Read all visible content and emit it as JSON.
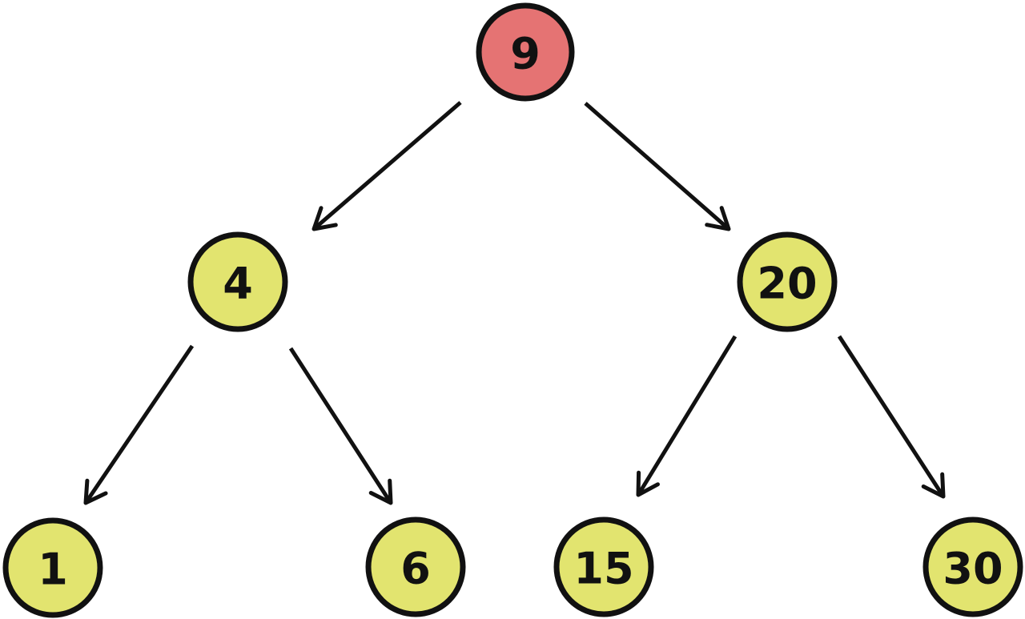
{
  "diagram": {
    "type": "binary-tree",
    "background": "#FFFFFF",
    "stroke_color": "#111111",
    "nodes": [
      {
        "id": "root",
        "label": "9",
        "fill": "#E57373",
        "role": "root"
      },
      {
        "id": "left",
        "label": "4",
        "fill": "#E2E46F",
        "role": "internal"
      },
      {
        "id": "right",
        "label": "20",
        "fill": "#E2E46F",
        "role": "internal"
      },
      {
        "id": "left-left",
        "label": "1",
        "fill": "#E2E46F",
        "role": "leaf"
      },
      {
        "id": "left-right",
        "label": "6",
        "fill": "#E2E46F",
        "role": "leaf"
      },
      {
        "id": "right-left",
        "label": "15",
        "fill": "#E2E46F",
        "role": "leaf"
      },
      {
        "id": "right-right",
        "label": "30",
        "fill": "#E2E46F",
        "role": "leaf"
      }
    ],
    "edges": [
      {
        "from": "9",
        "to": "4"
      },
      {
        "from": "9",
        "to": "20"
      },
      {
        "from": "4",
        "to": "1"
      },
      {
        "from": "4",
        "to": "6"
      },
      {
        "from": "20",
        "to": "15"
      },
      {
        "from": "20",
        "to": "30"
      }
    ],
    "colors": {
      "root_fill": "#E57373",
      "node_fill": "#E2E46F",
      "edge_stroke": "#111111",
      "text": "#111111"
    }
  }
}
